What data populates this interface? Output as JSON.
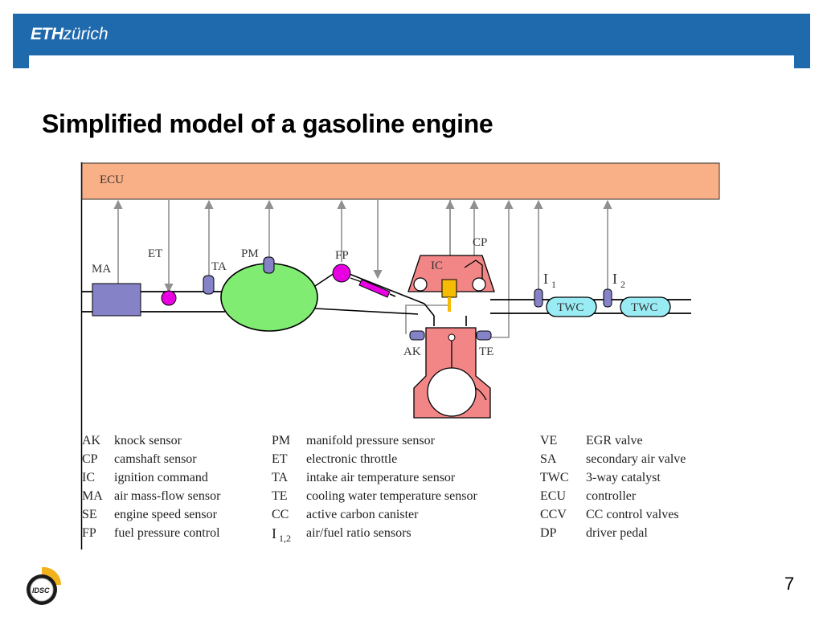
{
  "header": {
    "logo_bold": "ETH",
    "logo_italic": "zürich",
    "brand_color": "#1f69ad"
  },
  "slide": {
    "title": "Simplified model of a gasoline engine",
    "page_number": "7",
    "footer_logo": "IDSC"
  },
  "diagram": {
    "labels": {
      "ecu": "ECU",
      "ma": "MA",
      "et": "ET",
      "ta": "TA",
      "pm": "PM",
      "fp": "FP",
      "ic": "IC",
      "cp": "CP",
      "ak": "AK",
      "te": "TE",
      "lambda1": "1",
      "lambda2": "2",
      "twc1": "TWC",
      "twc2": "TWC"
    },
    "colors": {
      "ecu": "#f9b086",
      "manifold": "#80ec72",
      "engine": "#f28686",
      "catalyst": "#99ebf4",
      "sensor": "#8582c8",
      "actuator": "#e800e2",
      "injector": "#f6bc05"
    }
  },
  "legend": {
    "columns": [
      [
        {
          "code": "AK",
          "desc": "knock sensor"
        },
        {
          "code": "CP",
          "desc": "camshaft sensor"
        },
        {
          "code": "IC",
          "desc": "ignition command"
        },
        {
          "code": "MA",
          "desc": "air mass-flow sensor"
        },
        {
          "code": "SE",
          "desc": "engine speed sensor"
        },
        {
          "code": "FP",
          "desc": "fuel pressure control"
        }
      ],
      [
        {
          "code": "PM",
          "desc": "manifold pressure sensor"
        },
        {
          "code": "ET",
          "desc": "electronic throttle"
        },
        {
          "code": "TA",
          "desc": "intake air temperature sensor"
        },
        {
          "code": "TE",
          "desc": "cooling water temperature sensor"
        },
        {
          "code": "CC",
          "desc": "active carbon canister"
        },
        {
          "code": "1,2",
          "desc": "air/fuel ratio sensors"
        }
      ],
      [
        {
          "code": "VE",
          "desc": "EGR valve"
        },
        {
          "code": "SA",
          "desc": "secondary air valve"
        },
        {
          "code": "TWC",
          "desc": "3-way catalyst"
        },
        {
          "code": "ECU",
          "desc": "controller"
        },
        {
          "code": "CCV",
          "desc": "CC control valves"
        },
        {
          "code": "DP",
          "desc": "driver pedal"
        }
      ]
    ]
  }
}
